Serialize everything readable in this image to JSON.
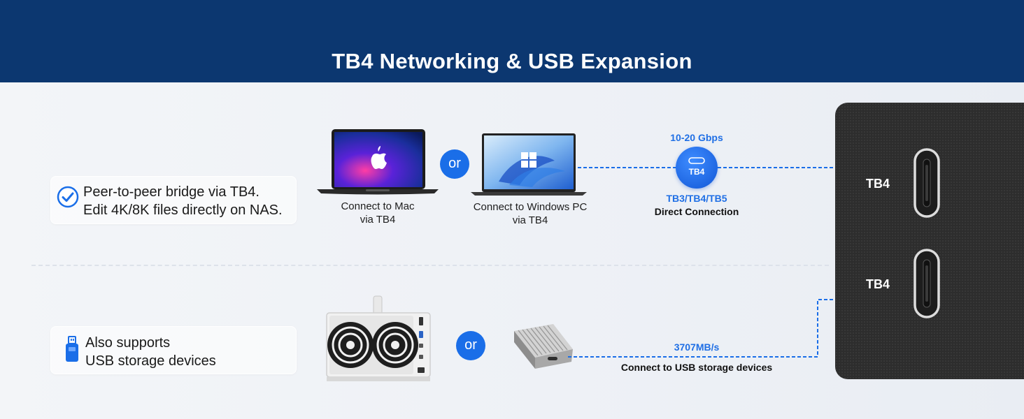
{
  "header": {
    "title": "TB4 Networking & USB Expansion"
  },
  "colors": {
    "header_bg": "#0c3770",
    "accent_blue": "#1a6ee8",
    "device_panel": "#2d2d2d"
  },
  "row1": {
    "feature_lines": [
      "Peer-to-peer bridge via TB4.",
      "Edit 4K/8K files directly on NAS."
    ],
    "feature_icon": "check-circle-icon",
    "mac_caption": [
      "Connect to Mac",
      "via TB4"
    ],
    "pc_caption": [
      "Connect to Windows PC",
      "via TB4"
    ],
    "or_label": "or",
    "speed": "10-20 Gbps",
    "badge_label": "TB4",
    "protocols": "TB3/TB4/TB5",
    "connection": "Direct Connection"
  },
  "row2": {
    "feature_lines": [
      "Also supports",
      "USB storage devices"
    ],
    "feature_icon": "usb-drive-icon",
    "or_label": "or",
    "speed": "3707MB/s",
    "connection": "Connect to USB storage devices"
  },
  "device": {
    "ports": [
      "TB4",
      "TB4"
    ]
  }
}
